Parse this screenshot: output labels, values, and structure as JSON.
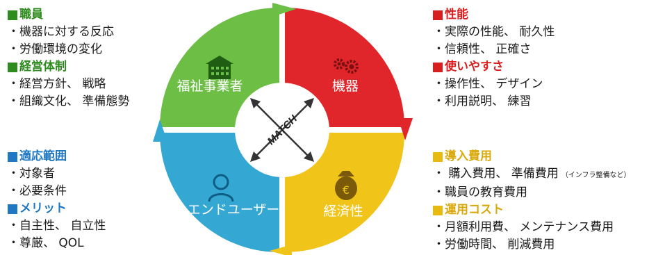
{
  "colors": {
    "green": "#6cbe45",
    "red": "#e0262b",
    "blue": "#35a7d3",
    "yellow": "#f0c419",
    "green_text": "#2e8b1e",
    "red_text": "#d81e1e",
    "blue_text": "#1f78c1",
    "yellow_text": "#d9a90c"
  },
  "center_label": "MATCH",
  "quadrants": {
    "staff": {
      "label": "福祉事業者",
      "icon": "building-icon"
    },
    "device": {
      "label": "機器",
      "icon": "gears-icon"
    },
    "enduser": {
      "label": "エンドユーザー",
      "icon": "person-icon"
    },
    "economy": {
      "label": "経済性",
      "icon": "money-bag-icon"
    }
  },
  "panels": {
    "top_left": {
      "h1": "職員",
      "i1": "機器に対する反応",
      "i2": "労働環境の変化",
      "h2": "経営体制",
      "i3": "経営方針、 戦略",
      "i4": "組織文化、 準備態勢"
    },
    "top_right": {
      "h1": "性能",
      "i1": "実際の性能、 耐久性",
      "i2": "信頼性、 正確さ",
      "h2": "使いやすさ",
      "i3": "操作性、 デザイン",
      "i4": "利用説明、 練習"
    },
    "bottom_left": {
      "h1": "適応範囲",
      "i1": "対象者",
      "i2": "必要条件",
      "h2": "メリット",
      "i3": "自主性、 自立性",
      "i4": "尊厳、 QOL"
    },
    "bottom_right": {
      "h1": "導入費用",
      "i1": "購入費用、 準備費用",
      "i1_note": "（インフラ整備など）",
      "i2": "職員の教育費用",
      "h2": "運用コスト",
      "i3": "月額利用費、 メンテナンス費用",
      "i4": "労働時間、 削減費用"
    }
  }
}
